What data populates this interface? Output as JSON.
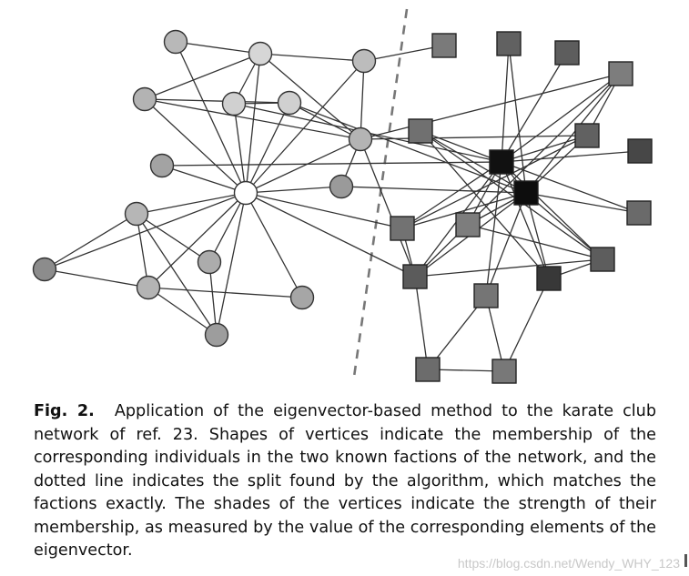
{
  "caption": {
    "label": "Fig. 2.",
    "text": "Application of the eigenvector-based method to the karate club network of ref. 23. Shapes of vertices indicate the membership of the corresponding individuals in the two known factions of the network, and the dotted line indicates the split found by the algorithm, which matches the factions exactly. The shades of the vertices indicate the strength of their membership, as measured by the value of the corresponding elements of the eigenvector."
  },
  "watermark": "https://blog.csdn.net/Wendy_WHY_123",
  "network": {
    "circle_nodes": [
      {
        "id": "c1",
        "shade": "#b8b8b8"
      },
      {
        "id": "c2",
        "shade": "#d6d6d6"
      },
      {
        "id": "c3",
        "shade": "#b3b3b3"
      },
      {
        "id": "c4",
        "shade": "#bcbcbc"
      },
      {
        "id": "c5",
        "shade": "#d0d0d0"
      },
      {
        "id": "c6",
        "shade": "#d0d0d0"
      },
      {
        "id": "c7",
        "shade": "#a3a3a3"
      },
      {
        "id": "c8",
        "shade": "#b4b4b4"
      },
      {
        "id": "c9",
        "shade": "#ffffff"
      },
      {
        "id": "c10",
        "shade": "#9a9a9a"
      },
      {
        "id": "c11",
        "shade": "#b6b6b6"
      },
      {
        "id": "c12",
        "shade": "#b4b4b4"
      },
      {
        "id": "c13",
        "shade": "#8c8c8c"
      },
      {
        "id": "c14",
        "shade": "#acacac"
      },
      {
        "id": "c15",
        "shade": "#9d9d9d"
      },
      {
        "id": "c16",
        "shade": "#a6a6a6"
      }
    ],
    "square_nodes": [
      {
        "id": "s1",
        "shade": "#7a7a7a"
      },
      {
        "id": "s2",
        "shade": "#616161"
      },
      {
        "id": "s3",
        "shade": "#5d5d5d"
      },
      {
        "id": "s4",
        "shade": "#7d7d7d"
      },
      {
        "id": "s5",
        "shade": "#707070"
      },
      {
        "id": "s6",
        "shade": "#616161"
      },
      {
        "id": "s7",
        "shade": "#111111"
      },
      {
        "id": "s8",
        "shade": "#474747"
      },
      {
        "id": "s9",
        "shade": "#0d0d0d"
      },
      {
        "id": "s10",
        "shade": "#727272"
      },
      {
        "id": "s11",
        "shade": "#7d7d7d"
      },
      {
        "id": "s12",
        "shade": "#6a6a6a"
      },
      {
        "id": "s13",
        "shade": "#5b5b5b"
      },
      {
        "id": "s14",
        "shade": "#5d5d5d"
      },
      {
        "id": "s15",
        "shade": "#757575"
      },
      {
        "id": "s16",
        "shade": "#383838"
      },
      {
        "id": "s17",
        "shade": "#6c6c6c"
      },
      {
        "id": "s18",
        "shade": "#787878"
      }
    ],
    "edges": [
      [
        "c9",
        "c1"
      ],
      [
        "c9",
        "c2"
      ],
      [
        "c9",
        "c3"
      ],
      [
        "c9",
        "c5"
      ],
      [
        "c9",
        "c6"
      ],
      [
        "c9",
        "c7"
      ],
      [
        "c9",
        "c8"
      ],
      [
        "c9",
        "c11"
      ],
      [
        "c9",
        "c12"
      ],
      [
        "c9",
        "c13"
      ],
      [
        "c9",
        "c14"
      ],
      [
        "c9",
        "c15"
      ],
      [
        "c9",
        "c16"
      ],
      [
        "c9",
        "c10"
      ],
      [
        "c9",
        "c4"
      ],
      [
        "c1",
        "c2"
      ],
      [
        "c3",
        "c2"
      ],
      [
        "c2",
        "c4"
      ],
      [
        "c2",
        "c5"
      ],
      [
        "c2",
        "c8"
      ],
      [
        "c6",
        "c8"
      ],
      [
        "c5",
        "c6"
      ],
      [
        "c4",
        "c8"
      ],
      [
        "c8",
        "c10"
      ],
      [
        "c8",
        "c3"
      ],
      [
        "c3",
        "c6"
      ],
      [
        "c6",
        "s9"
      ],
      [
        "c5",
        "s7"
      ],
      [
        "c4",
        "s1"
      ],
      [
        "c11",
        "c12"
      ],
      [
        "c11",
        "c13"
      ],
      [
        "c11",
        "c14"
      ],
      [
        "c11",
        "c15"
      ],
      [
        "c12",
        "c15"
      ],
      [
        "c14",
        "c15"
      ],
      [
        "c13",
        "c12"
      ],
      [
        "c16",
        "c12"
      ],
      [
        "c8",
        "s4"
      ],
      [
        "c8",
        "s6"
      ],
      [
        "c8",
        "s13"
      ],
      [
        "c10",
        "s9"
      ],
      [
        "c9",
        "s10"
      ],
      [
        "c9",
        "s13"
      ],
      [
        "c7",
        "s7"
      ],
      [
        "s7",
        "s2"
      ],
      [
        "s7",
        "s3"
      ],
      [
        "s7",
        "s5"
      ],
      [
        "s7",
        "s6"
      ],
      [
        "s7",
        "s8"
      ],
      [
        "s7",
        "s9"
      ],
      [
        "s7",
        "s10"
      ],
      [
        "s7",
        "s11"
      ],
      [
        "s7",
        "s12"
      ],
      [
        "s7",
        "s13"
      ],
      [
        "s7",
        "s14"
      ],
      [
        "s7",
        "s15"
      ],
      [
        "s7",
        "s16"
      ],
      [
        "s7",
        "s4"
      ],
      [
        "s9",
        "s2"
      ],
      [
        "s9",
        "s5"
      ],
      [
        "s9",
        "s6"
      ],
      [
        "s9",
        "s10"
      ],
      [
        "s9",
        "s11"
      ],
      [
        "s9",
        "s12"
      ],
      [
        "s9",
        "s14"
      ],
      [
        "s9",
        "s16"
      ],
      [
        "s9",
        "s15"
      ],
      [
        "s9",
        "s13"
      ],
      [
        "s9",
        "s4"
      ],
      [
        "s5",
        "s16"
      ],
      [
        "s5",
        "s14"
      ],
      [
        "s6",
        "s4"
      ],
      [
        "s10",
        "s13"
      ],
      [
        "s13",
        "s17"
      ],
      [
        "s13",
        "s14"
      ],
      [
        "s14",
        "s16"
      ],
      [
        "s15",
        "s18"
      ],
      [
        "s15",
        "s17"
      ],
      [
        "s17",
        "s18"
      ],
      [
        "s16",
        "s18"
      ],
      [
        "s10",
        "s6"
      ],
      [
        "s11",
        "s14"
      ],
      [
        "s4",
        "s13"
      ]
    ]
  }
}
